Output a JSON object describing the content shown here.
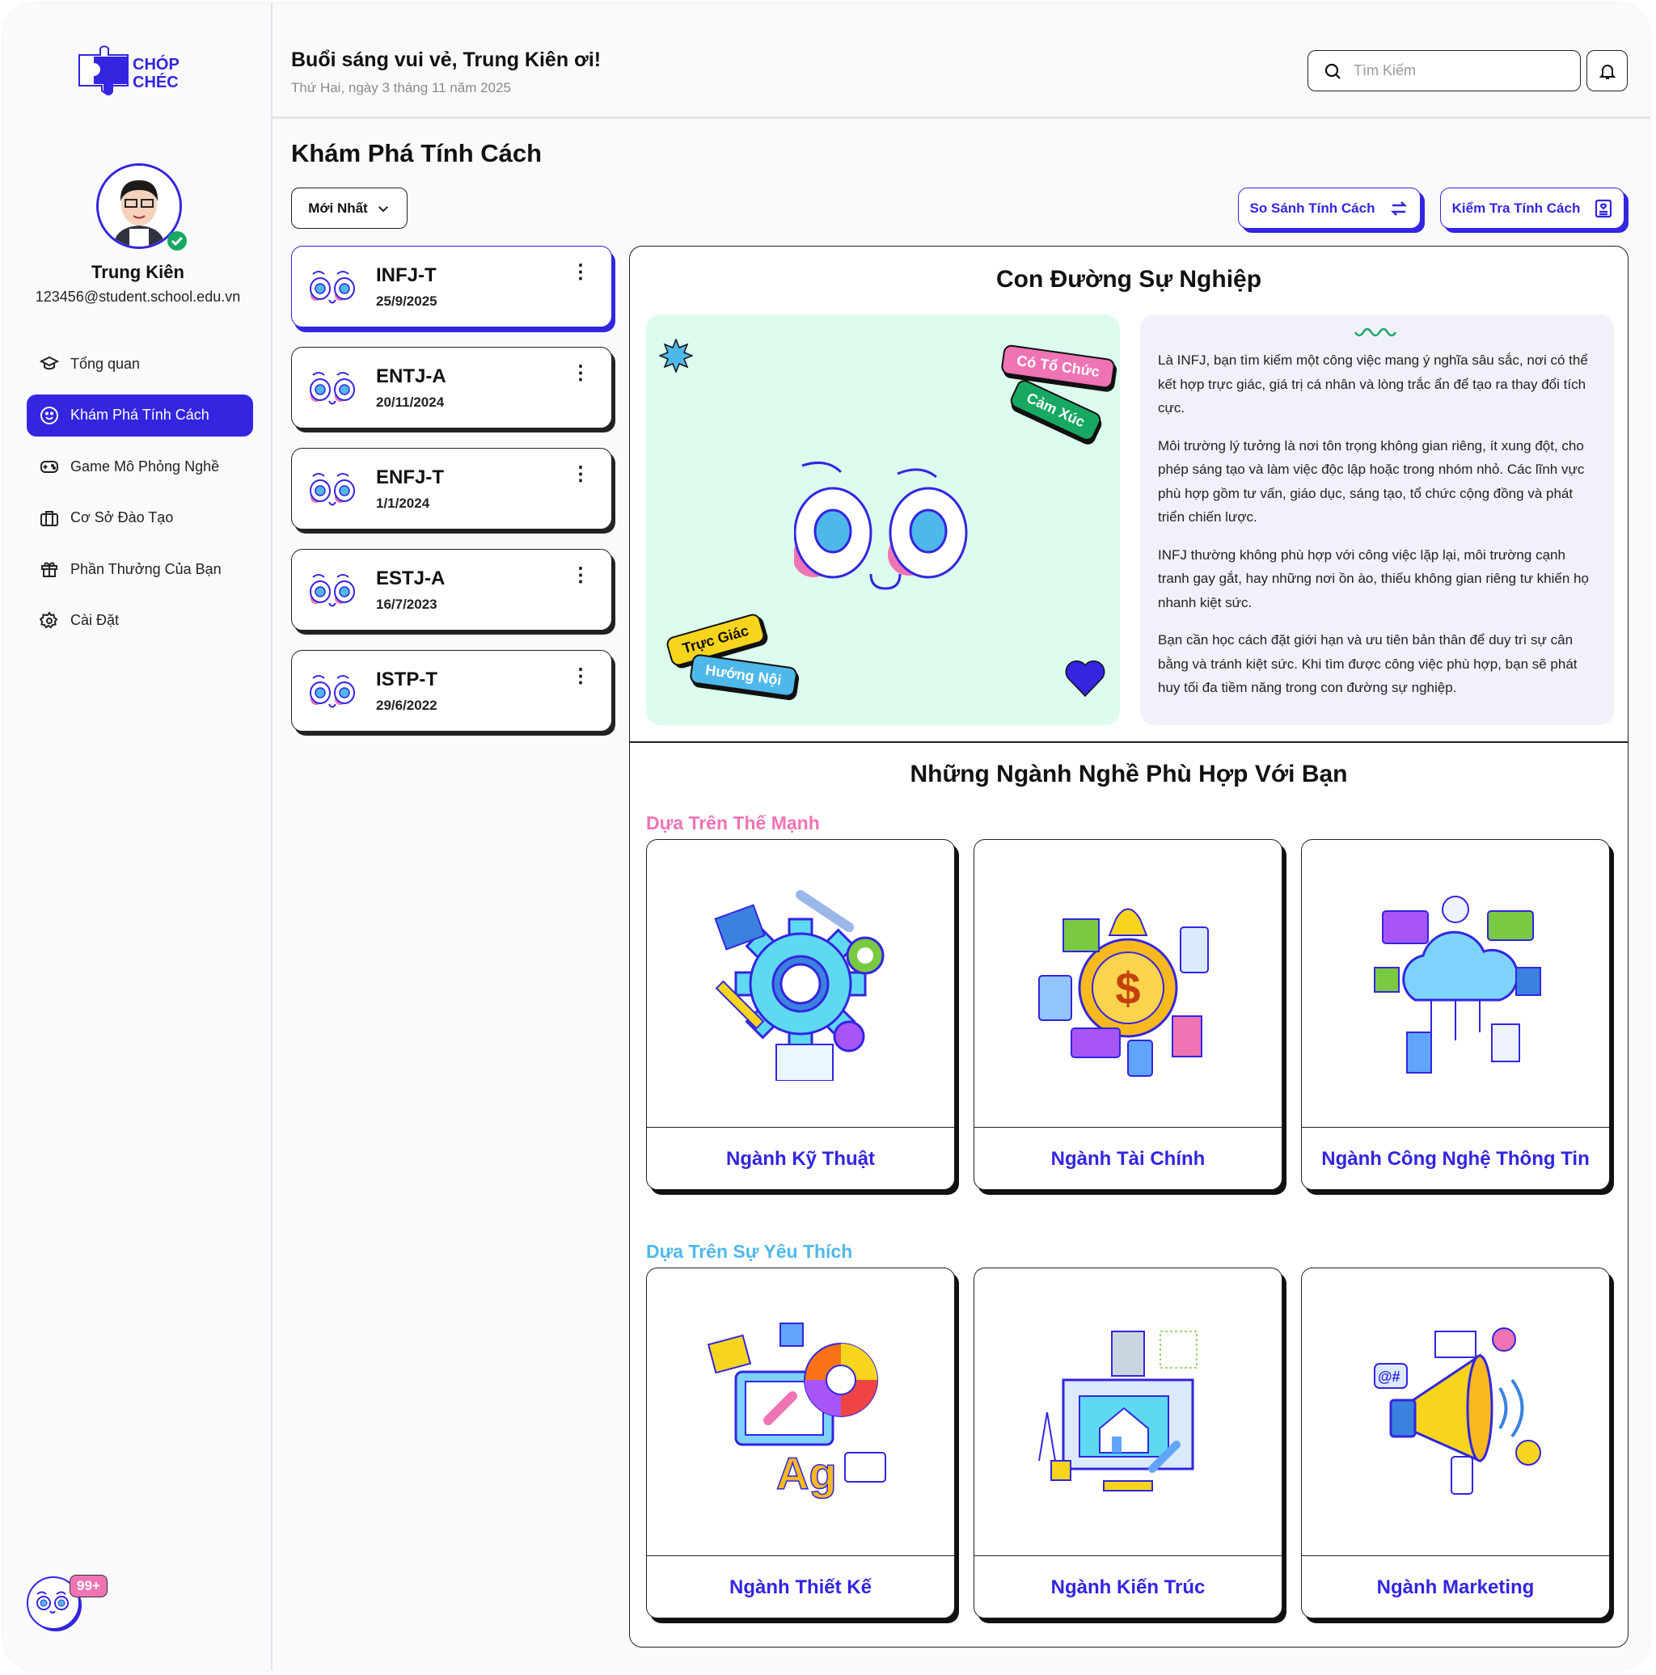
{
  "brand": {
    "logo_text_1": "CHÓP",
    "logo_text_2": "CHÉC"
  },
  "user": {
    "name": "Trung Kiên",
    "email": "123456@student.school.edu.vn"
  },
  "sidebar": {
    "items": [
      {
        "label": "Tổng quan",
        "icon": "graduation-cap-icon"
      },
      {
        "label": "Khám Phá Tính Cách",
        "icon": "smile-icon",
        "active": true
      },
      {
        "label": "Game Mô Phỏng Nghề",
        "icon": "gamepad-icon"
      },
      {
        "label": "Cơ Sở Đào Tạo",
        "icon": "briefcase-icon"
      },
      {
        "label": "Phần Thưởng Của Bạn",
        "icon": "gift-icon"
      },
      {
        "label": "Cài Đặt",
        "icon": "gear-icon"
      }
    ],
    "notification_badge": "99+"
  },
  "header": {
    "greeting": "Buổi sáng vui vẻ, Trung Kiên ơi!",
    "date": "Thứ Hai, ngày 3 tháng 11 năm 2025",
    "search_placeholder": "Tìm Kiếm"
  },
  "page": {
    "title": "Khám Phá Tính Cách",
    "sort": "Mới Nhất",
    "compare_button": "So Sánh Tính Cách",
    "test_button": "Kiểm Tra Tính Cách"
  },
  "history": [
    {
      "type": "INFJ-T",
      "date": "25/9/2025",
      "active": true
    },
    {
      "type": "ENTJ-A",
      "date": "20/11/2024"
    },
    {
      "type": "ENFJ-T",
      "date": "1/1/2024"
    },
    {
      "type": "ESTJ-A",
      "date": "16/7/2023"
    },
    {
      "type": "ISTP-T",
      "date": "29/6/2022"
    }
  ],
  "career": {
    "title": "Con Đường Sự Nghiệp",
    "tags": [
      "Có Tổ Chức",
      "Cảm Xúc",
      "Trực Giác",
      "Hướng Nội"
    ],
    "paragraphs": [
      "Là INFJ, bạn tìm kiếm một công việc mang ý nghĩa sâu sắc, nơi có thể kết hợp trực giác, giá trị cá nhân và lòng trắc ẩn để tạo ra thay đổi tích cực.",
      "Môi trường lý tưởng là nơi tôn trọng không gian riêng, ít xung đột, cho phép sáng tạo và làm việc độc lập hoặc trong nhóm nhỏ. Các lĩnh vực phù hợp gồm tư vấn, giáo dục, sáng tạo, tổ chức cộng đồng và phát triển chiến lược.",
      "INFJ thường không phù hợp với công việc lặp lại, môi trường cạnh tranh gay gắt, hay những nơi ồn ào, thiếu không gian riêng tư khiến họ nhanh kiệt sức.",
      "Bạn cần học cách đặt giới hạn và ưu tiên bản thân để duy trì sự cân bằng và tránh kiệt sức. Khi tìm được công việc phù hợp, bạn sẽ phát huy tối đa tiềm năng trong con đường sự nghiệp."
    ]
  },
  "jobs": {
    "title": "Những Ngành Nghề Phù Hợp Với Bạn",
    "strength_title": "Dựa Trên Thế Mạnh",
    "strength": [
      "Ngành Kỹ Thuật",
      "Ngành Tài Chính",
      "Ngành Công Nghệ Thông Tin"
    ],
    "interest_title": "Dựa Trên Sự Yêu Thích",
    "interest": [
      "Ngành Thiết Kế",
      "Ngành Kiến Trúc",
      "Ngành Marketing"
    ]
  },
  "colors": {
    "accent": "#3325e0",
    "pink": "#ef74b4",
    "blue": "#4fb8ea",
    "mint": "#dcfcee",
    "green": "#17a862",
    "yellow": "#f7d51d"
  }
}
